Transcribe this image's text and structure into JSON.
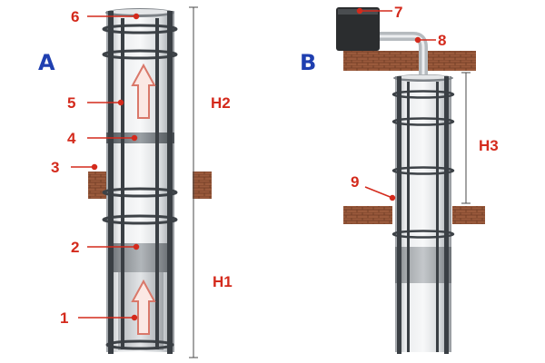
{
  "colors": {
    "callout": "#d42a1c",
    "panel": "#1f3fb0",
    "brick": "#9a5a3c",
    "rail": "#3a3f44",
    "tube": "#c9cdd1",
    "box": "#2b2d2f",
    "arrow_fill": "#fbe8e4",
    "arrow_stroke": "#d9786a"
  },
  "panels": {
    "a": "A",
    "b": "B"
  },
  "callouts": {
    "c1": "1",
    "c2": "2",
    "c3": "3",
    "c4": "4",
    "c5": "5",
    "c6": "6",
    "c7": "7",
    "c8": "8",
    "c9": "9"
  },
  "dimensions": {
    "h1": "H1",
    "h2": "H2",
    "h3": "H3"
  }
}
